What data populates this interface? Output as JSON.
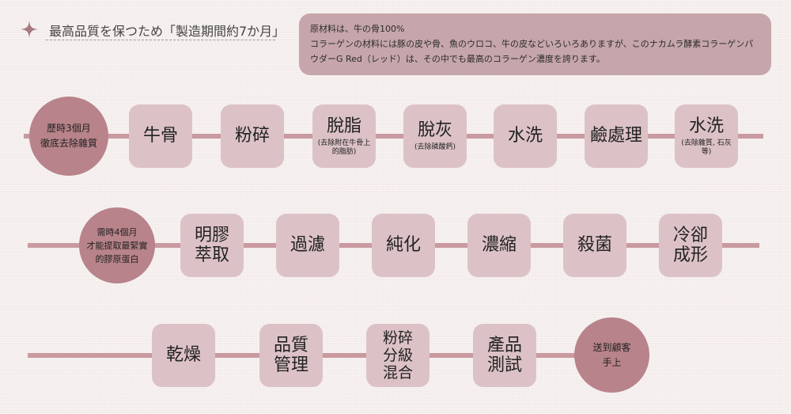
{
  "header": {
    "title": "最高品質を保つため「製造期間約7か月」"
  },
  "note": {
    "line1": "原材料は、牛の骨100%",
    "line2": "コラーゲンの材料には豚の皮や骨、魚のウロコ、牛の皮などいろいろありますが、このナカムラ酵素コラーゲンパ",
    "line3": "ウダーG Red（レッド）は、その中でも最高のコラーゲン濃度を誇ります。"
  },
  "row1": {
    "circle": [
      "歷時3個月",
      "徹底去除雜質"
    ],
    "steps": [
      {
        "main": "牛骨"
      },
      {
        "main": "粉碎"
      },
      {
        "main": "脫脂",
        "sub": "(去除附在牛骨上的脂肪)"
      },
      {
        "main": "脫灰",
        "sub": "(去除磷酸鈣)"
      },
      {
        "main": "水洗"
      },
      {
        "main": "鹼處理"
      },
      {
        "main": "水洗",
        "sub": "(去除雜質, 石灰等)"
      }
    ]
  },
  "row2": {
    "circle": [
      "需時4個月",
      "才能提取最緊實",
      "的膠原蛋白"
    ],
    "steps": [
      {
        "main": [
          "明膠",
          "萃取"
        ]
      },
      {
        "main": "過濾"
      },
      {
        "main": "純化"
      },
      {
        "main": "濃縮"
      },
      {
        "main": "殺菌"
      },
      {
        "main": [
          "冷卻",
          "成形"
        ]
      }
    ]
  },
  "row3": {
    "steps": [
      {
        "main": "乾燥"
      },
      {
        "main": [
          "品質",
          "管理"
        ]
      },
      {
        "main": [
          "粉碎",
          "分級",
          "混合"
        ]
      },
      {
        "main": [
          "產品",
          "測試"
        ]
      }
    ],
    "circle": [
      "送到顧客",
      "手上"
    ]
  },
  "colors": {
    "box": "#dcc2c6",
    "circle": "#b8838a",
    "line": "#c99aa0",
    "note": "#c6a6aa"
  }
}
